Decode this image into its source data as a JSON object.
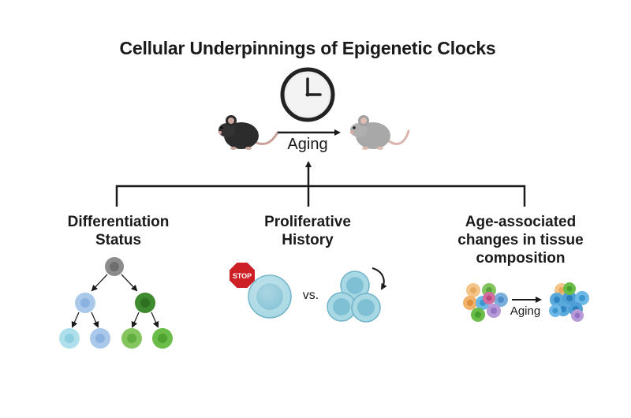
{
  "title": "Cellular Underpinnings of Epigenetic Clocks",
  "aging_label": "Aging",
  "categories": {
    "differentiation": [
      "Differentiation",
      "Status"
    ],
    "proliferative": [
      "Proliferative",
      "History"
    ],
    "composition": [
      "Age-associated",
      "changes in tissue",
      "composition"
    ]
  },
  "stop_sign": "STOP",
  "vs_label": "vs.",
  "composition_aging_label": "Aging",
  "colors": {
    "line": "#1a1a1a",
    "grey_cell": "#8c8c8c",
    "blue_cell": "#a9c8ea",
    "light_blue_cell": "#aee0ec",
    "dark_green_cell": "#3e8a2e",
    "light_green_cell": "#84c55f",
    "teal_cell": "#a8d8e4",
    "stop_red": "#cc1f26"
  },
  "icons": [
    "clock-icon",
    "young-mouse-icon",
    "old-mouse-icon",
    "stop-sign-icon",
    "rotate-arrow-icon"
  ]
}
